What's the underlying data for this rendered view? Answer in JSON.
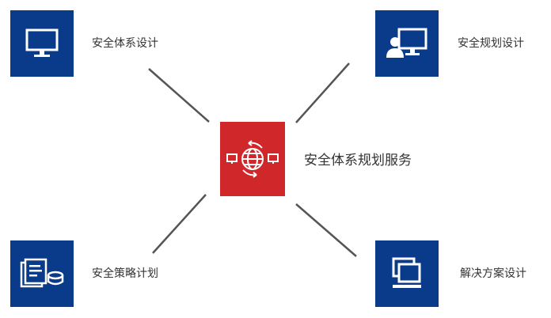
{
  "center": {
    "label": "安全体系规划服务",
    "color": "#d0282a"
  },
  "nodes": [
    {
      "label": "安全体系设计",
      "icon": "monitor-icon"
    },
    {
      "label": "安全规划设计",
      "icon": "user-monitor-icon"
    },
    {
      "label": "安全策略计划",
      "icon": "document-disk-icon"
    },
    {
      "label": "解决方案设计",
      "icon": "computer-icon"
    }
  ],
  "colors": {
    "node": "#0a3a8a",
    "line": "#555555"
  }
}
